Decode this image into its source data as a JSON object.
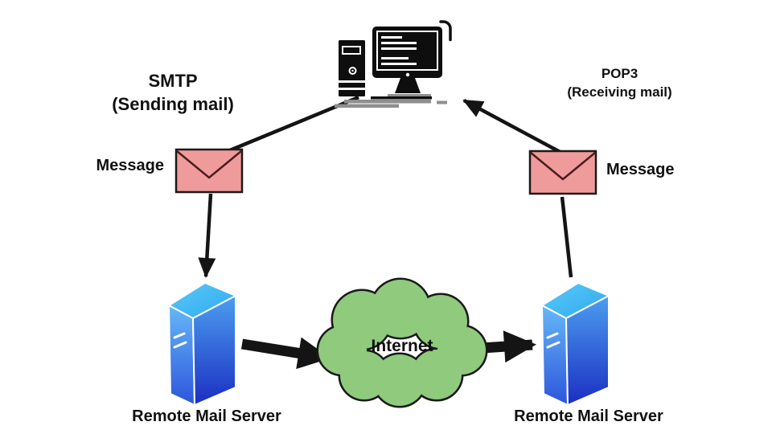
{
  "labels": {
    "smtp": {
      "title": "SMTP",
      "subtitle": "(Sending mail)"
    },
    "pop3": {
      "title": "POP3",
      "subtitle": "(Receiving mail)"
    },
    "message_left": "Message",
    "message_right": "Message",
    "internet": "Internet",
    "remote_server_left": "Remote Mail Server",
    "remote_server_right": "Remote Mail Server"
  },
  "icons": {
    "client": "desktop-computer-icon",
    "message_left": "envelope-icon",
    "message_right": "envelope-icon",
    "server_left": "server-tower-icon",
    "server_right": "server-tower-icon",
    "internet": "cloud-icon"
  },
  "edges": [
    {
      "from": "client-computer",
      "to": "message-left",
      "style": "line"
    },
    {
      "from": "message-left",
      "to": "remote-mail-server-left",
      "style": "arrow-down"
    },
    {
      "from": "remote-mail-server-left",
      "to": "internet-cloud",
      "style": "thick-arrow-right"
    },
    {
      "from": "internet-cloud",
      "to": "remote-mail-server-right",
      "style": "thick-arrow-right"
    },
    {
      "from": "remote-mail-server-right",
      "to": "message-right",
      "style": "line"
    },
    {
      "from": "message-right",
      "to": "client-computer",
      "style": "arrow-up"
    }
  ],
  "colors": {
    "background": "#FFFFFF",
    "text": "#111111",
    "line": "#141414",
    "envelope_fill": "#F09B9B",
    "envelope_flap": "#4A1D1D",
    "cloud_fill": "#8FCA7D",
    "cloud_stroke": "#1A1A1A",
    "server_top_light": "#5BC9F8",
    "server_top_dark": "#2EA9EF",
    "server_left_light": "#66B8F8",
    "server_left_dark": "#2D55DC",
    "server_front_light": "#4C9EF0",
    "server_front_dark": "#1B2EC2",
    "computer_black": "#0E0E0E",
    "shadow_gray": "#8F8F8F"
  }
}
